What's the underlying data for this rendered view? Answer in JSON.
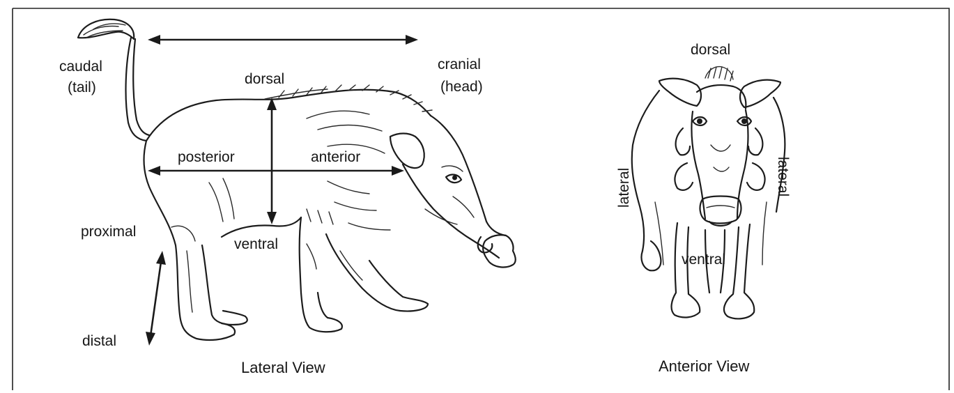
{
  "lateral_view": {
    "caption": "Lateral View",
    "labels": {
      "caudal": "caudal",
      "tail": "(tail)",
      "cranial": "cranial",
      "head": "(head)",
      "dorsal": "dorsal",
      "posterior": "posterior",
      "anterior": "anterior",
      "proximal": "proximal",
      "ventral": "ventral",
      "distal": "distal"
    }
  },
  "anterior_view": {
    "caption": "Anterior View",
    "labels": {
      "dorsal": "dorsal",
      "lateral_left": "lateral",
      "lateral_right": "lateral",
      "ventral": "ventral"
    }
  },
  "colors": {
    "ink": "#1c1c1c",
    "background": "#ffffff"
  }
}
